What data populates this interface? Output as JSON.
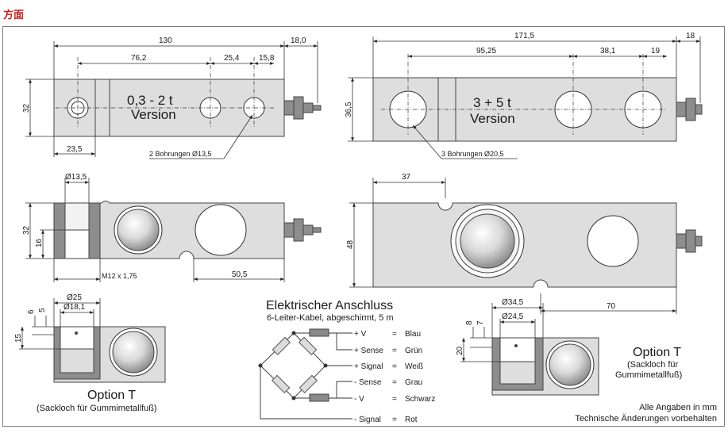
{
  "header": {
    "title": "方面"
  },
  "top_left": {
    "version_line1": "0,3 - 2 t",
    "version_line2": "Version",
    "dim_overall": "130",
    "dim_cable": "18,0",
    "dim_76": "76,2",
    "dim_25": "25,4",
    "dim_15": "15,8",
    "dim_height": "32",
    "dim_23": "23,5",
    "holes_label": "2 Bohrungen Ø13,5"
  },
  "top_right": {
    "version_line1": "3 + 5 t",
    "version_line2": "Version",
    "dim_overall": "171,5",
    "dim_cable": "18",
    "dim_95": "95,25",
    "dim_38": "38,1",
    "dim_19": "19",
    "dim_height": "36,5",
    "holes_label": "3 Bohrungen Ø20,5"
  },
  "mid_left": {
    "dim_hole": "Ø13,5",
    "dim_height": "32",
    "dim_thread_h": "16",
    "thread_label": "M12 x 1,75",
    "dim_50": "50,5"
  },
  "mid_right": {
    "dim_37": "37",
    "dim_height": "48",
    "dim_70": "70"
  },
  "option_left": {
    "dim_25": "Ø25",
    "dim_18": "Ø18,1",
    "dim_6": "6",
    "dim_5": "5",
    "dim_15": "15",
    "title": "Option T",
    "subtitle": "(Sackloch für Gummimetallfuß)"
  },
  "option_right": {
    "dim_34": "Ø34,5",
    "dim_24": "Ø24,5",
    "dim_8": "8",
    "dim_7": "7",
    "dim_20": "20",
    "title": "Option T",
    "subtitle_line1": "(Sackloch für",
    "subtitle_line2": "Gummimetallfuß)"
  },
  "wiring": {
    "title": "Elektrischer Anschluss",
    "subtitle": "6-Leiter-Kabel, abgeschirmt, 5 m",
    "rows": [
      {
        "signal": "+ V",
        "eq": "=",
        "color": "Blau"
      },
      {
        "signal": "+ Sense",
        "eq": "=",
        "color": "Grün"
      },
      {
        "signal": "+ Signal",
        "eq": "=",
        "color": "Weiß"
      },
      {
        "signal": "- Sense",
        "eq": "=",
        "color": "Grau"
      },
      {
        "signal": "- V",
        "eq": "=",
        "color": "Schwarz"
      },
      {
        "signal": "- Signal",
        "eq": "=",
        "color": "Rot"
      }
    ]
  },
  "footer": {
    "line1": "Alle Angaben in mm",
    "line2": "Technische Änderungen vorbehalten"
  },
  "colors": {
    "header": "#cc1d1d",
    "body": "#dedede",
    "dark": "#8d8d8d"
  }
}
